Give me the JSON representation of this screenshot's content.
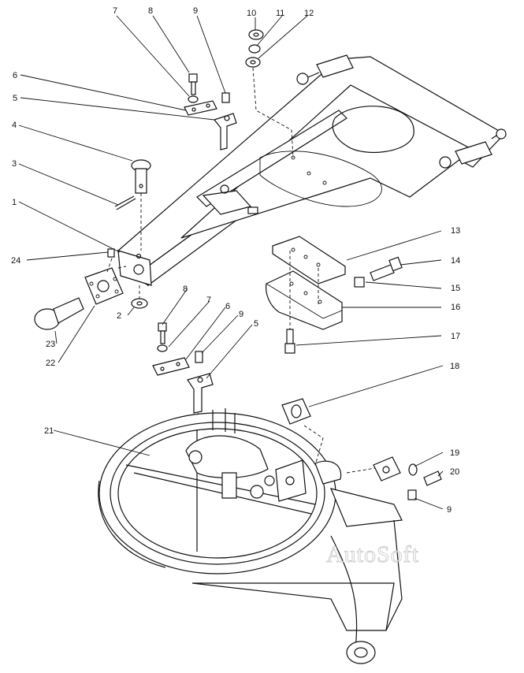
{
  "callouts": [
    {
      "id": "c7a",
      "text": "7"
    },
    {
      "id": "c8a",
      "text": "8"
    },
    {
      "id": "c9a",
      "text": "9"
    },
    {
      "id": "c10",
      "text": "10"
    },
    {
      "id": "c11",
      "text": "11"
    },
    {
      "id": "c12",
      "text": "12"
    },
    {
      "id": "c6a",
      "text": "6"
    },
    {
      "id": "c5a",
      "text": "5"
    },
    {
      "id": "c4",
      "text": "4"
    },
    {
      "id": "c3",
      "text": "3"
    },
    {
      "id": "c1",
      "text": "1"
    },
    {
      "id": "c24",
      "text": "24"
    },
    {
      "id": "c2",
      "text": "2"
    },
    {
      "id": "c23",
      "text": "23"
    },
    {
      "id": "c22",
      "text": "22"
    },
    {
      "id": "c13",
      "text": "13"
    },
    {
      "id": "c14",
      "text": "14"
    },
    {
      "id": "c15",
      "text": "15"
    },
    {
      "id": "c16",
      "text": "16"
    },
    {
      "id": "c17",
      "text": "17"
    },
    {
      "id": "c8b",
      "text": "8"
    },
    {
      "id": "c7b",
      "text": "7"
    },
    {
      "id": "c6b",
      "text": "6"
    },
    {
      "id": "c9b",
      "text": "9"
    },
    {
      "id": "c5b",
      "text": "5"
    },
    {
      "id": "c18",
      "text": "18"
    },
    {
      "id": "c21",
      "text": "21"
    },
    {
      "id": "c19",
      "text": "19"
    },
    {
      "id": "c20",
      "text": "20"
    },
    {
      "id": "c9c",
      "text": "9"
    }
  ],
  "watermark": "AutoSoft"
}
